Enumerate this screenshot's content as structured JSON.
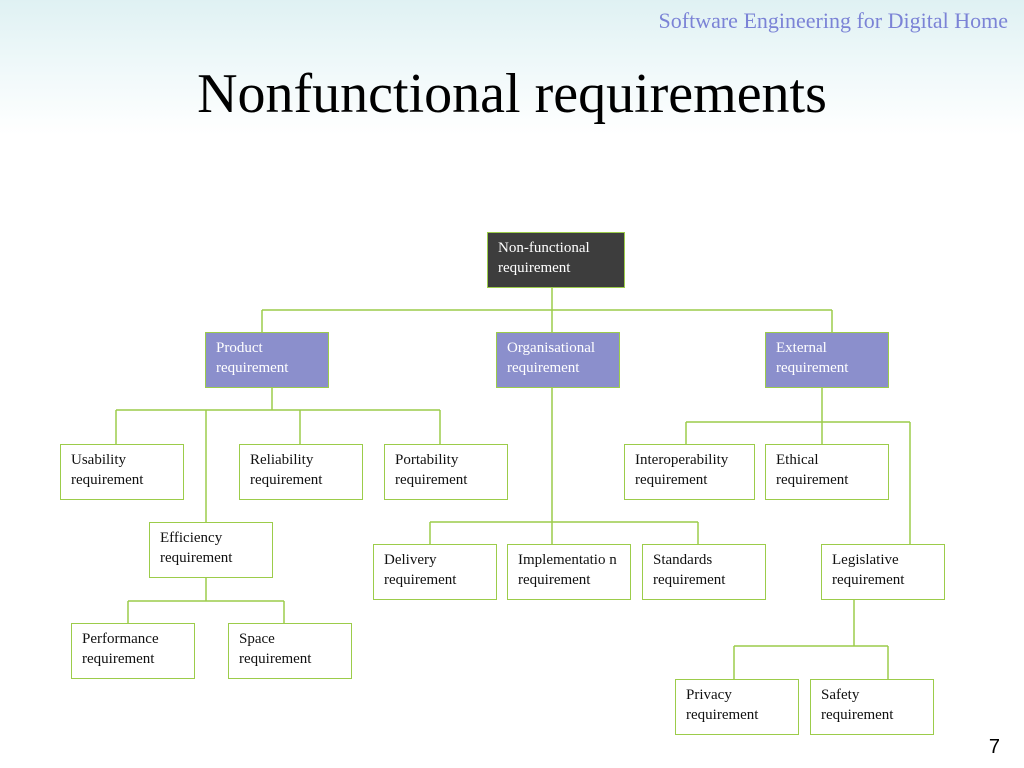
{
  "header": {
    "text": "Software Engineering for Digital Home"
  },
  "slide": {
    "title": "Nonfunctional requirements",
    "page_number": "7"
  },
  "colors": {
    "root_fill": "#3d3d3d",
    "category_fill": "#8b8fcc",
    "connector": "#9ccc4a",
    "header_text": "#7b83d6"
  },
  "nodes": {
    "root": "Non-functional requirement",
    "product": "Product requirement",
    "organisational": "Organisational requirement",
    "external": "External requirement",
    "usability": "Usability requirement",
    "reliability": "Reliability requirement",
    "portability": "Portability requirement",
    "efficiency": "Efficiency requirement",
    "performance": "Performance requirement",
    "space": "Space requirement",
    "delivery": "Delivery requirement",
    "implementation": "Implementatio n requirement",
    "standards": "Standards requirement",
    "interoperability": "Interoperability requirement",
    "ethical": "Ethical requirement",
    "legislative": "Legislative requirement",
    "privacy": "Privacy requirement",
    "safety": "Safety requirement"
  }
}
